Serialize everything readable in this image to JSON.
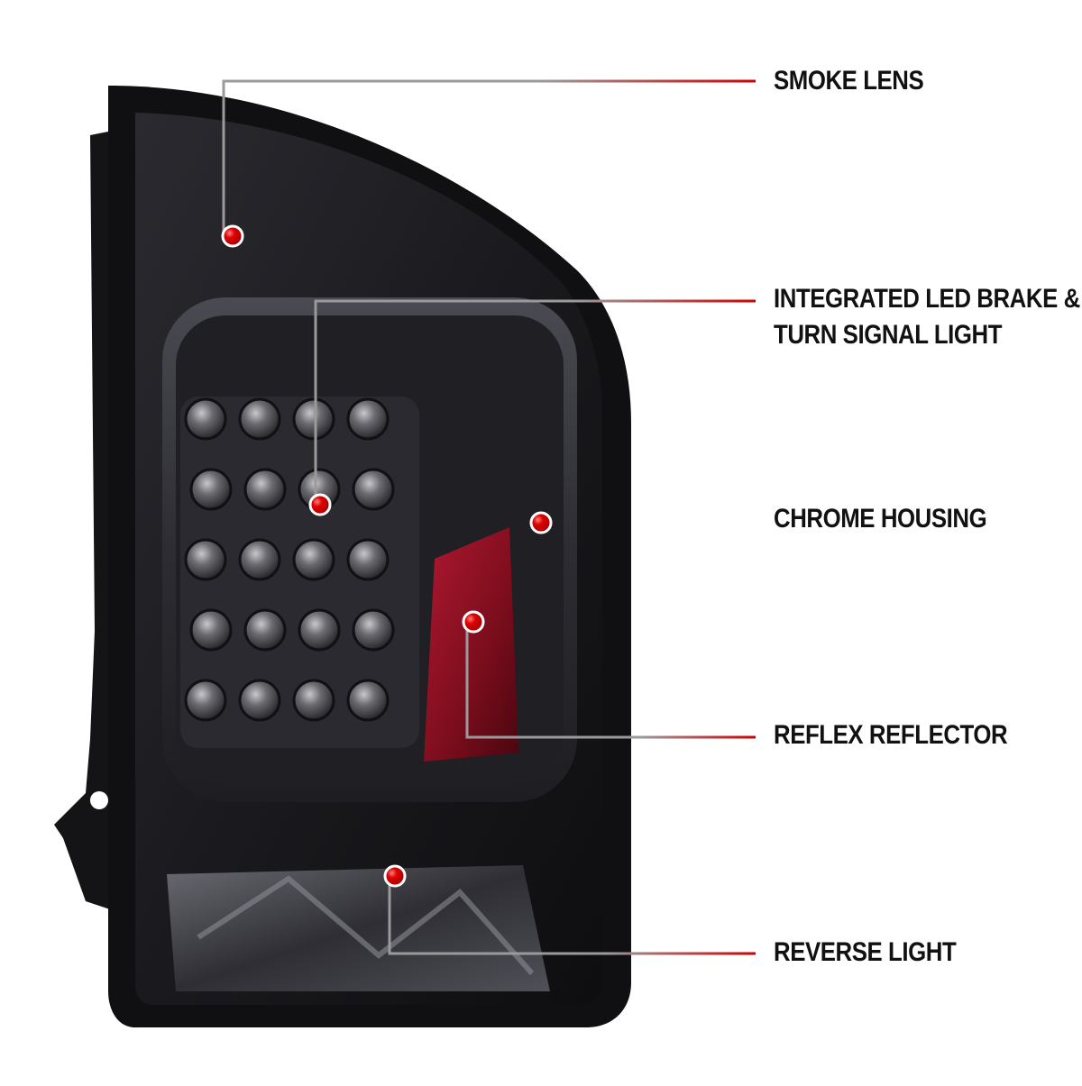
{
  "callouts": [
    {
      "id": "smoke-lens",
      "lines": [
        "SMOKE LENS"
      ]
    },
    {
      "id": "led-brake",
      "lines": [
        "INTEGRATED LED BRAKE &",
        "TURN SIGNAL LIGHT"
      ]
    },
    {
      "id": "chrome-housing",
      "lines": [
        "CHROME HOUSING"
      ]
    },
    {
      "id": "reflex-reflector",
      "lines": [
        "REFLEX REFLECTOR"
      ]
    },
    {
      "id": "reverse-light",
      "lines": [
        "REVERSE LIGHT"
      ]
    }
  ],
  "colors": {
    "accent_red": "#d10000",
    "leader_gray": "#8a8a8a",
    "lens_dark": "#1b1b1f",
    "reflector_red": "#8c1020"
  }
}
